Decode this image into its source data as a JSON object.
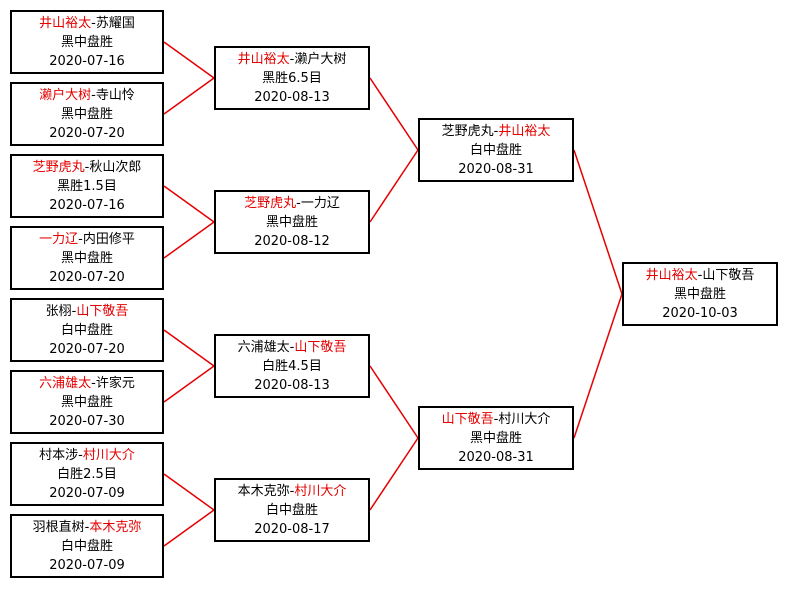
{
  "colors": {
    "winner": "#e60000",
    "line": "#e60000",
    "border": "#000000"
  },
  "rounds": [
    [
      {
        "p1": "井山裕太",
        "p2": "苏耀国",
        "winner": 1,
        "result": "黑中盘胜",
        "date": "2020-07-16"
      },
      {
        "p1": "濑户大树",
        "p2": "寺山怜",
        "winner": 1,
        "result": "黑中盘胜",
        "date": "2020-07-20"
      },
      {
        "p1": "芝野虎丸",
        "p2": "秋山次郎",
        "winner": 1,
        "result": "黑胜1.5目",
        "date": "2020-07-16"
      },
      {
        "p1": "一力辽",
        "p2": "内田修平",
        "winner": 1,
        "result": "黑中盘胜",
        "date": "2020-07-20"
      },
      {
        "p1": "张栩",
        "p2": "山下敬吾",
        "winner": 2,
        "result": "白中盘胜",
        "date": "2020-07-20"
      },
      {
        "p1": "六浦雄太",
        "p2": "许家元",
        "winner": 1,
        "result": "黑中盘胜",
        "date": "2020-07-30"
      },
      {
        "p1": "村本涉",
        "p2": "村川大介",
        "winner": 2,
        "result": "白胜2.5目",
        "date": "2020-07-09"
      },
      {
        "p1": "羽根直树",
        "p2": "本木克弥",
        "winner": 2,
        "result": "白中盘胜",
        "date": "2020-07-09"
      }
    ],
    [
      {
        "p1": "井山裕太",
        "p2": "濑户大树",
        "winner": 1,
        "result": "黑胜6.5目",
        "date": "2020-08-13"
      },
      {
        "p1": "芝野虎丸",
        "p2": "一力辽",
        "winner": 1,
        "result": "黑中盘胜",
        "date": "2020-08-12"
      },
      {
        "p1": "六浦雄太",
        "p2": "山下敬吾",
        "winner": 2,
        "result": "白胜4.5目",
        "date": "2020-08-13"
      },
      {
        "p1": "本木克弥",
        "p2": "村川大介",
        "winner": 2,
        "result": "白中盘胜",
        "date": "2020-08-17"
      }
    ],
    [
      {
        "p1": "芝野虎丸",
        "p2": "井山裕太",
        "winner": 2,
        "result": "白中盘胜",
        "date": "2020-08-31"
      },
      {
        "p1": "山下敬吾",
        "p2": "村川大介",
        "winner": 1,
        "result": "黑中盘胜",
        "date": "2020-08-31"
      }
    ],
    [
      {
        "p1": "井山裕太",
        "p2": "山下敬吾",
        "winner": 1,
        "result": "黑中盘胜",
        "date": "2020-10-03"
      }
    ]
  ],
  "separator": "-"
}
